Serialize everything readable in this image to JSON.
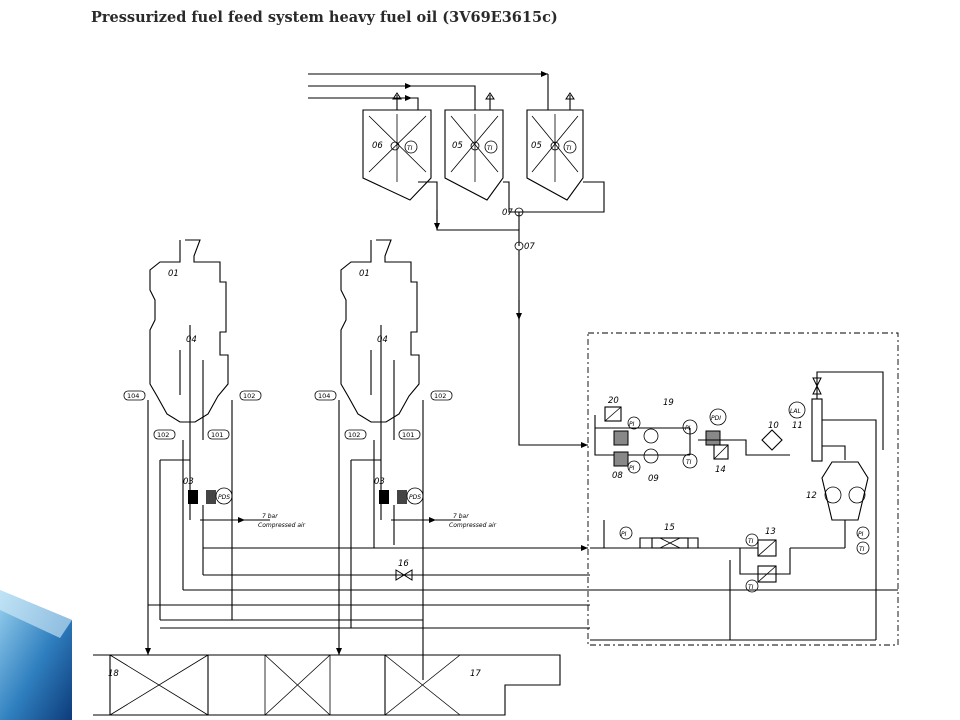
{
  "title": "Pressurized fuel feed system heavy fuel oil (3V69E3615c)",
  "colors": {
    "accent_dark": "#0d3b7a",
    "accent_mid": "#2f7fbf",
    "accent_light": "#9cd3f0",
    "line": "#000000"
  },
  "engines": [
    {
      "label": "01",
      "pipe_in": "104",
      "pipe_out": "102",
      "port_a": "102",
      "port_b": "101",
      "vent": "04",
      "valve": "03",
      "controller": "PDS",
      "air_text": "7 bar",
      "air_sub": "Compressed air"
    },
    {
      "label": "01",
      "pipe_in": "104",
      "pipe_out": "102",
      "port_a": "102",
      "port_b": "101",
      "vent": "04",
      "valve": "03",
      "controller": "PDS",
      "air_text": "7 bar",
      "air_sub": "Compressed air"
    }
  ],
  "tanks": [
    {
      "label": "06",
      "inst": "TI"
    },
    {
      "label": "05",
      "inst": "TI"
    },
    {
      "label": "05",
      "inst": "TI"
    }
  ],
  "valves": {
    "v07a": "07",
    "v07b": "07",
    "v16": "16"
  },
  "unit": {
    "n20": "20",
    "n19": "19",
    "n08": "08",
    "n09": "09",
    "n14": "14",
    "n10": "10",
    "n11": "11",
    "n12": "12",
    "n13": "13",
    "n15": "15"
  },
  "instruments": {
    "PI": "PI",
    "TI": "TI",
    "PDI": "PDI",
    "LAL": "LAL"
  },
  "tanks_bottom": {
    "left": "18",
    "right": "17"
  }
}
